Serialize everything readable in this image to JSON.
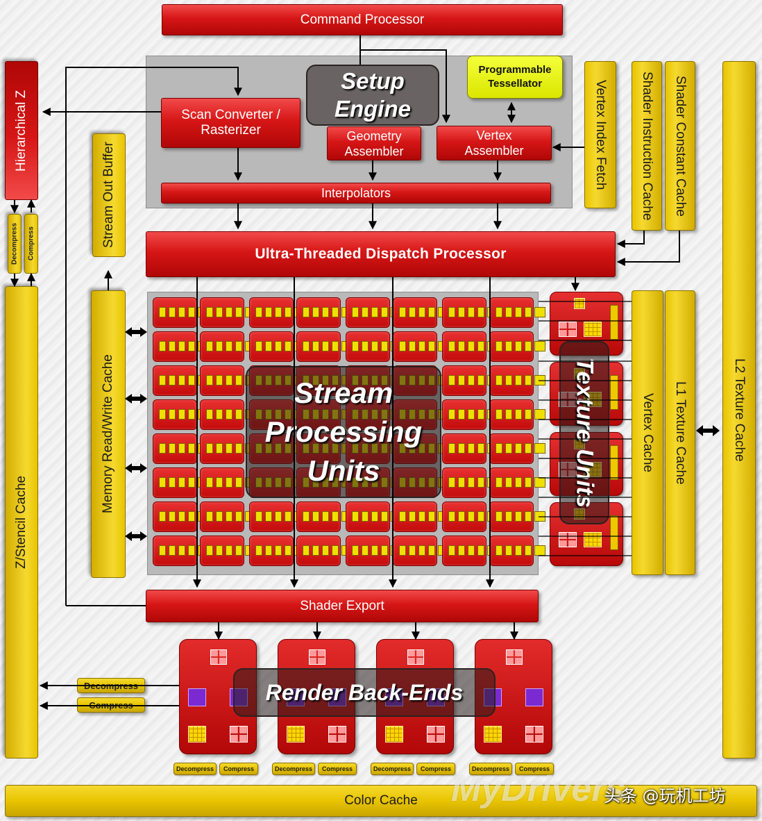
{
  "labels": {
    "command_processor": "Command Processor",
    "hierarchical_z": "Hierarchical Z",
    "scan_converter": "Scan Converter / Rasterizer",
    "setup_engine": "Setup Engine",
    "programmable_tessellator": "Programmable Tessellator",
    "geometry_assembler": "Geometry Assembler",
    "vertex_assembler": "Vertex Assembler",
    "interpolators": "Interpolators",
    "vertex_index_fetch": "Vertex Index Fetch",
    "shader_instruction_cache": "Shader Instruction Cache",
    "shader_constant_cache": "Shader Constant Cache",
    "stream_out_buffer": "Stream Out Buffer",
    "decompress": "Decompress",
    "compress": "Compress",
    "dispatch_processor": "Ultra-Threaded Dispatch Processor",
    "memory_rw_cache": "Memory Read/Write Cache",
    "z_stencil_cache": "Z/Stencil Cache",
    "stream_processing_units": "Stream Processing Units",
    "texture_units": "Texture Units",
    "vertex_cache": "Vertex Cache",
    "l1_texture_cache": "L1 Texture Cache",
    "l2_texture_cache": "L2 Texture Cache",
    "shader_export": "Shader Export",
    "render_back_ends": "Render Back-Ends",
    "color_cache": "Color Cache"
  },
  "watermark": {
    "text": "MyDrivers",
    "credit": "头条 @玩机工坊"
  },
  "colors": {
    "unit_red": "#d61616",
    "cache_yellow": "#e8c400",
    "panel_gray": "#b9b9b9",
    "overlay_dark": "#2a2222"
  }
}
